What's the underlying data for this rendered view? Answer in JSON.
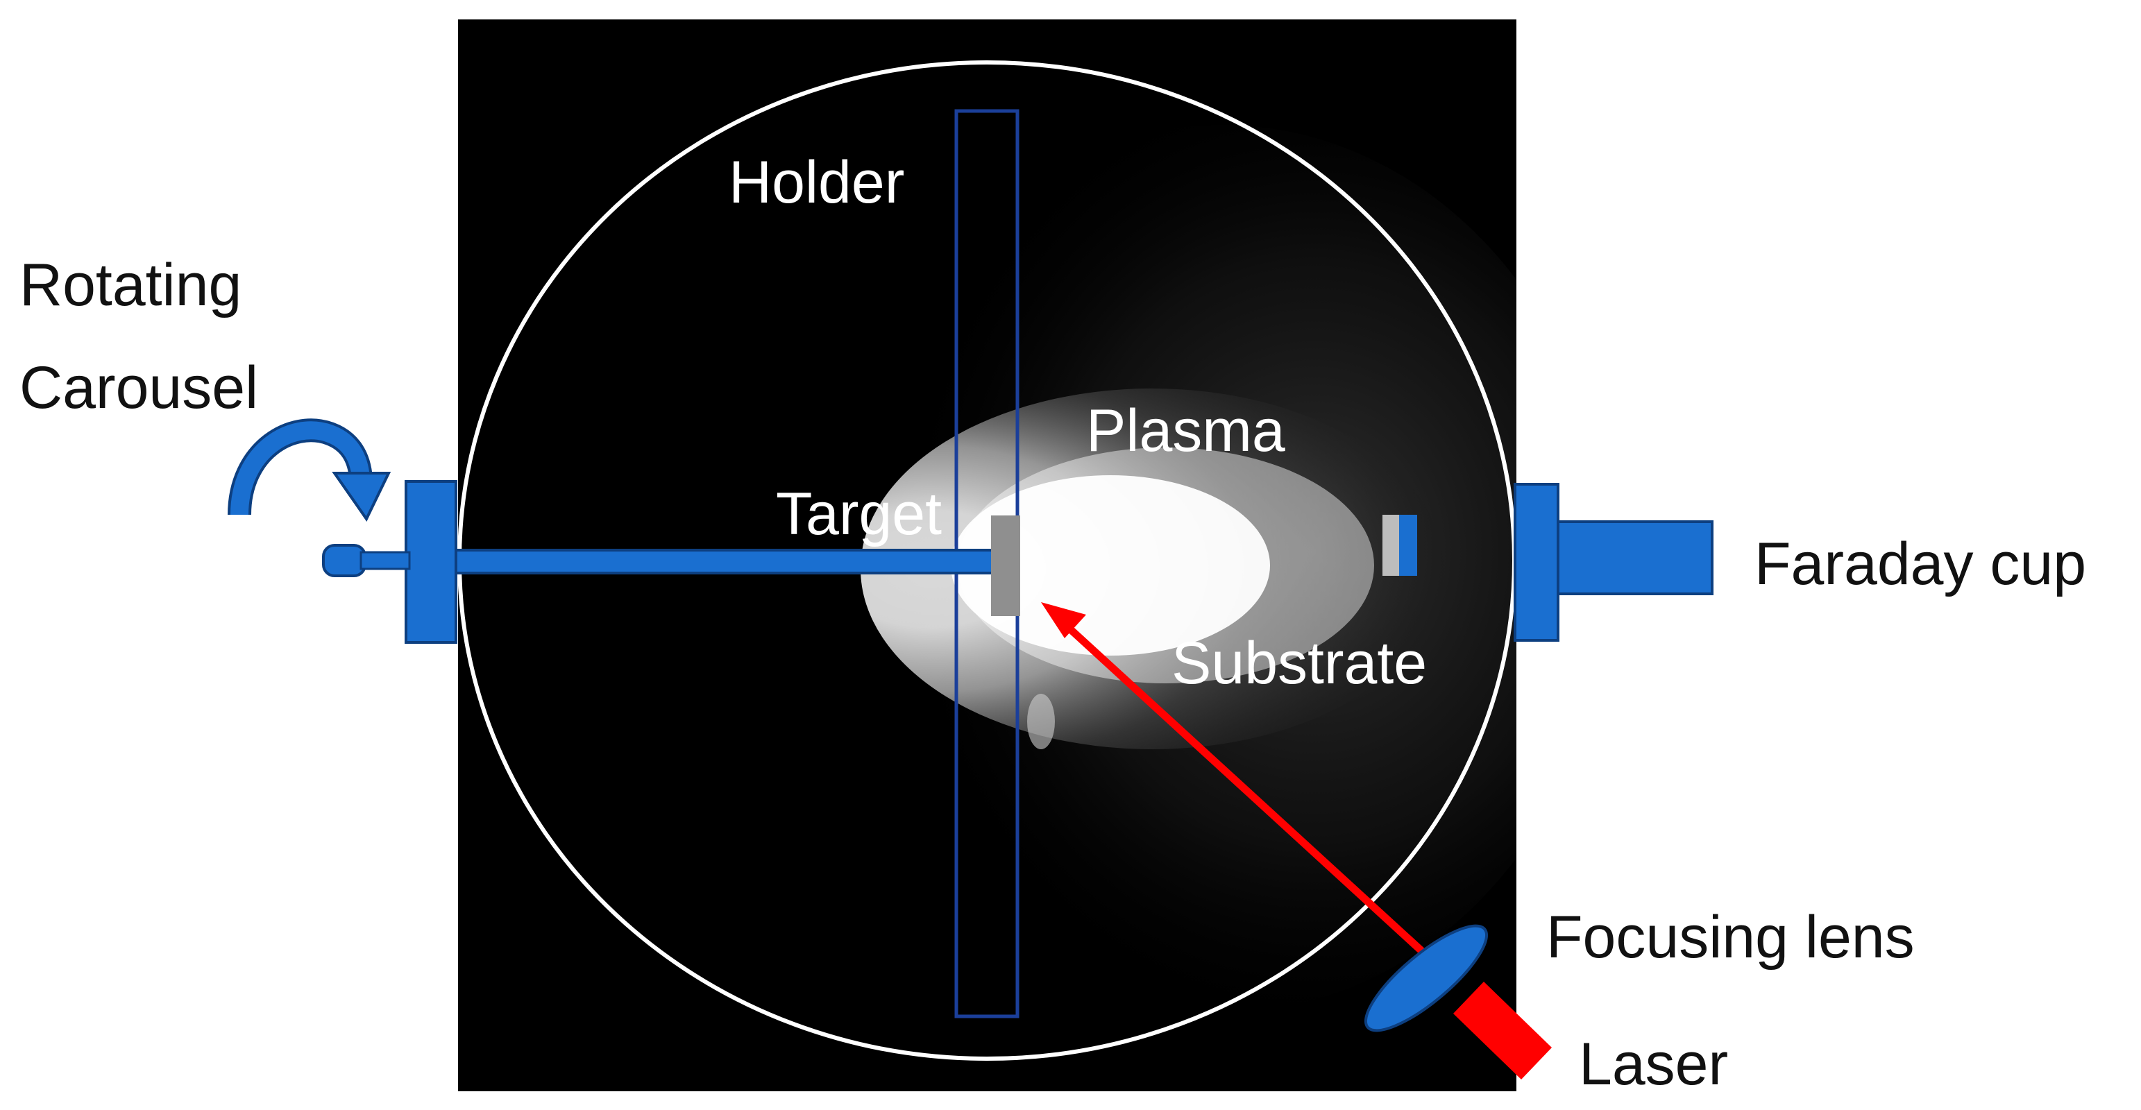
{
  "labels": {
    "holder": "Holder",
    "rotating_line1": "Rotating",
    "rotating_line2": "Carousel",
    "plasma": "Plasma",
    "target": "Target",
    "substrate": "Substrate",
    "faraday_cup": "Faraday cup",
    "focusing_lens": "Focusing lens",
    "laser": "Laser"
  },
  "colors": {
    "background": "#ffffff",
    "chamber_photo": "#000000",
    "chamber_outline": "#ffffff",
    "component_blue": "#1a6fd0",
    "component_blue_dark": "#0d3f80",
    "holder_outline": "#1b3f9a",
    "target_gray": "#8f8f8f",
    "laser_red": "#ff0000",
    "label_dark": "#111111",
    "label_light": "#ffffff"
  }
}
